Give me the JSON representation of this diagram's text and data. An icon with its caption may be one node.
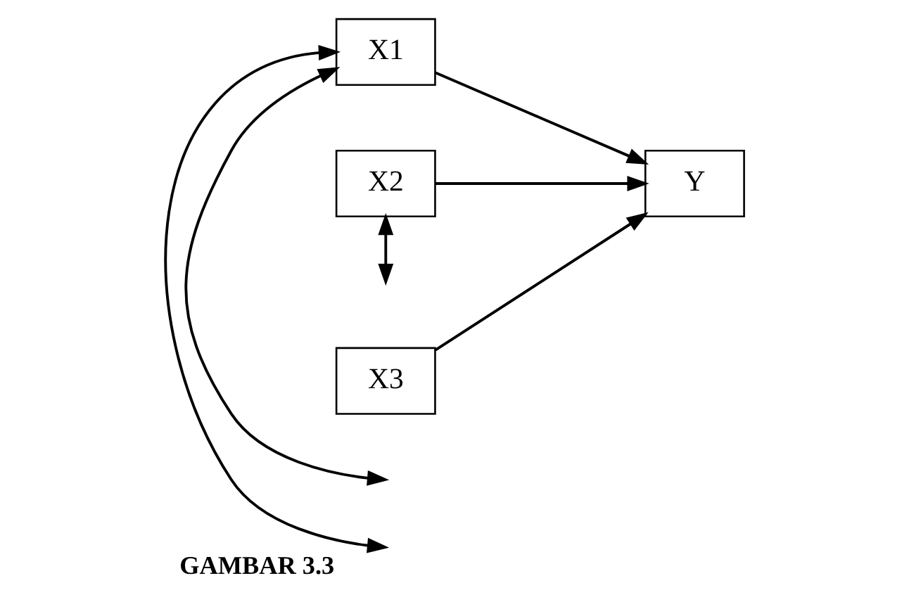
{
  "diagram": {
    "caption": "GAMBAR 3.3",
    "nodes": [
      {
        "text": [
          "X1"
        ]
      },
      {
        "text": [
          "X2"
        ]
      },
      {
        "text": [
          "X3"
        ]
      },
      {
        "text": [
          "Y"
        ]
      }
    ],
    "edges": [
      {
        "from": 0,
        "to": 3,
        "arrow": "to"
      },
      {
        "from": 1,
        "to": 3,
        "arrow": "to"
      },
      {
        "from": 2,
        "to": 3,
        "arrow": "to"
      },
      {
        "from": 0,
        "to": null,
        "arrow": "both"
      },
      {
        "from": 0,
        "to": null,
        "arrow": "both"
      },
      {
        "from": 1,
        "to": null,
        "arrow": "both"
      }
    ]
  }
}
